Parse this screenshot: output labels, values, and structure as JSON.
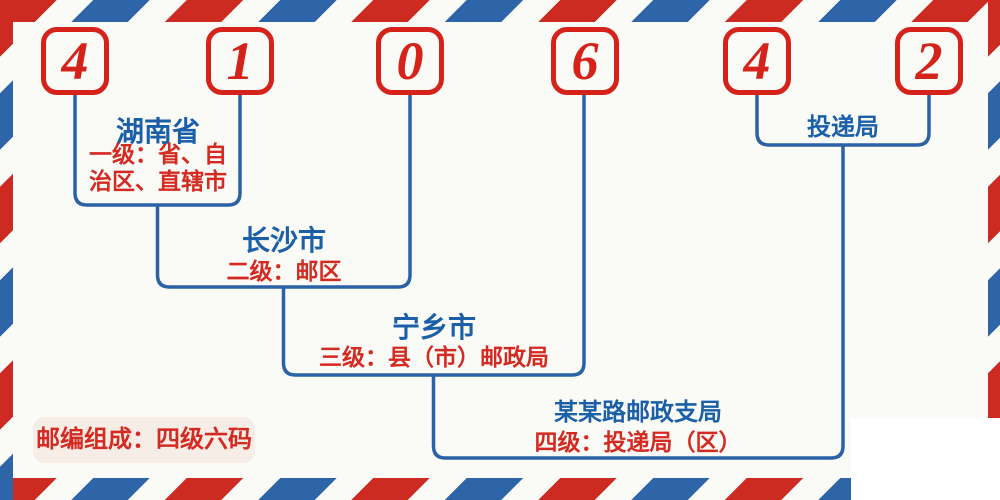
{
  "diagram": {
    "postal_code_digits": [
      "4",
      "1",
      "0",
      "6",
      "4",
      "2"
    ],
    "levels": [
      {
        "place": "湖南省",
        "description": "一级：省、自治区、直辖市"
      },
      {
        "place": "长沙市",
        "description": "二级：邮区"
      },
      {
        "place": "宁乡市",
        "description": "三级：县（市）邮政局"
      },
      {
        "place": "某某路邮政支局",
        "description": "四级：投递局（区）"
      }
    ],
    "delivery_bureau_label": "投递局",
    "composition_note": "邮编组成：四级六码"
  },
  "colors": {
    "stripe-red": "#cd2a22",
    "stripe-blue": "#2e64a8",
    "digit-red": "#d5231b",
    "label-blue": "#1a5fa8",
    "label-red": "#d42a22",
    "connector-blue": "#2b61a6",
    "badge-bg": "#f6ede7",
    "page-bg": "#fafbf6"
  }
}
